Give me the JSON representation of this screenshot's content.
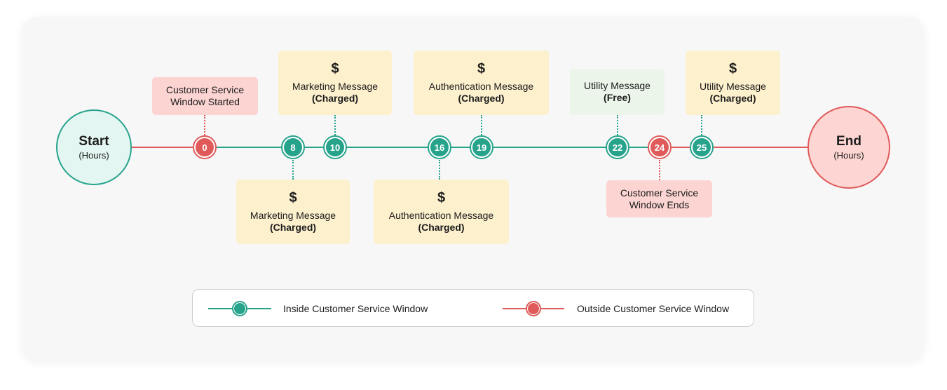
{
  "start": {
    "title": "Start",
    "sub": "(Hours)"
  },
  "end": {
    "title": "End",
    "sub": "(Hours)"
  },
  "nodes": [
    "0",
    "8",
    "10",
    "16",
    "19",
    "22",
    "24",
    "25"
  ],
  "boxes": {
    "cs_started": {
      "line1": "Customer Service",
      "line2": "Window Started"
    },
    "mkt_top": {
      "symbol": "$",
      "label": "Marketing Message",
      "status": "(Charged)"
    },
    "auth_top": {
      "symbol": "$",
      "label": "Authentication Message",
      "status": "(Charged)"
    },
    "util_free": {
      "label": "Utility Message",
      "status": "(Free)"
    },
    "util_charged": {
      "symbol": "$",
      "label": "Utility Message",
      "status": "(Charged)"
    },
    "mkt_bottom": {
      "symbol": "$",
      "label": "Marketing Message",
      "status": "(Charged)"
    },
    "auth_bottom": {
      "symbol": "$",
      "label": "Authentication Message",
      "status": "(Charged)"
    },
    "cs_ends": {
      "line1": "Customer Service",
      "line2": "Window Ends"
    }
  },
  "legend": {
    "inside": "Inside Customer Service Window",
    "outside": "Outside Customer Service Window"
  },
  "colors": {
    "inside": "#27a38c",
    "outside": "#e05a5a",
    "charged_box": "#fdf0cd",
    "free_box": "#ebf5ea",
    "window_box": "#fcd5d3"
  }
}
